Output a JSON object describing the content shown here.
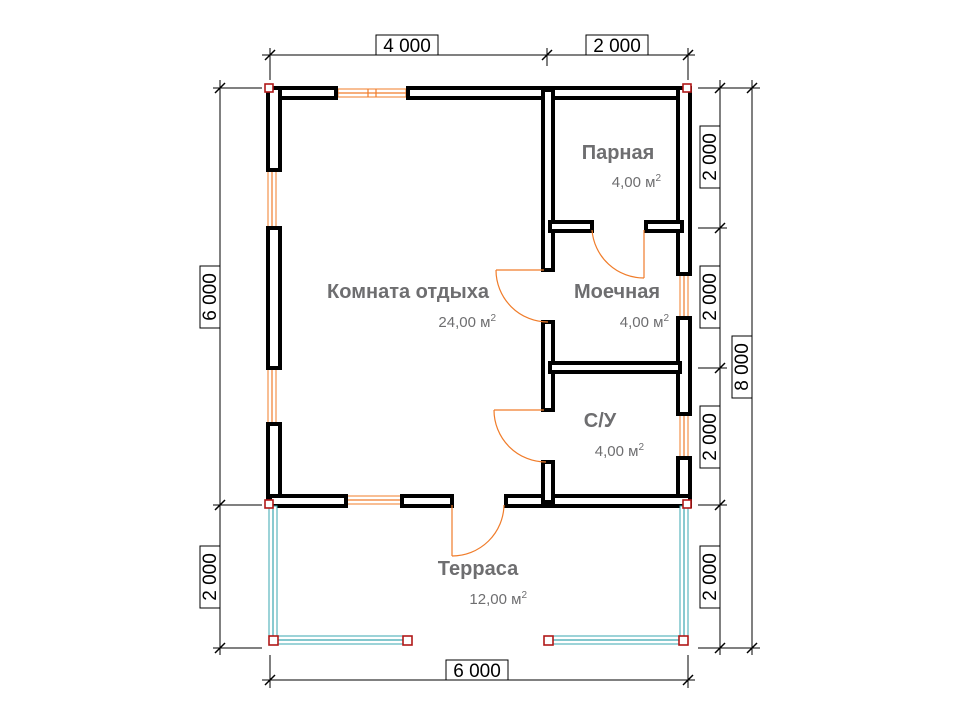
{
  "rooms": {
    "rest": {
      "name": "Комната отдыха",
      "area": "24,00 м"
    },
    "steam": {
      "name": "Парная",
      "area": "4,00 м"
    },
    "wash": {
      "name": "Моечная",
      "area": "4,00 м"
    },
    "wc": {
      "name": "С/У",
      "area": "4,00 м"
    },
    "terrace": {
      "name": "Терраса",
      "area": "12,00 м"
    },
    "area_unit_power": "2"
  },
  "dimensions": {
    "top_left": "4 000",
    "top_right": "2 000",
    "left_house": "6 000",
    "left_terrace": "2 000",
    "right_steam": "2 000",
    "right_wash": "2 000",
    "right_wc": "2 000",
    "right_terrace": "2 000",
    "right_overall": "8 000",
    "bottom_overall": "6 000"
  },
  "colors": {
    "wall": "#000000",
    "window": "#f07c2a",
    "door": "#f07c2a",
    "terrace_rail": "#3aa7b0",
    "post": "#b01818",
    "label": "#6e6e70"
  }
}
